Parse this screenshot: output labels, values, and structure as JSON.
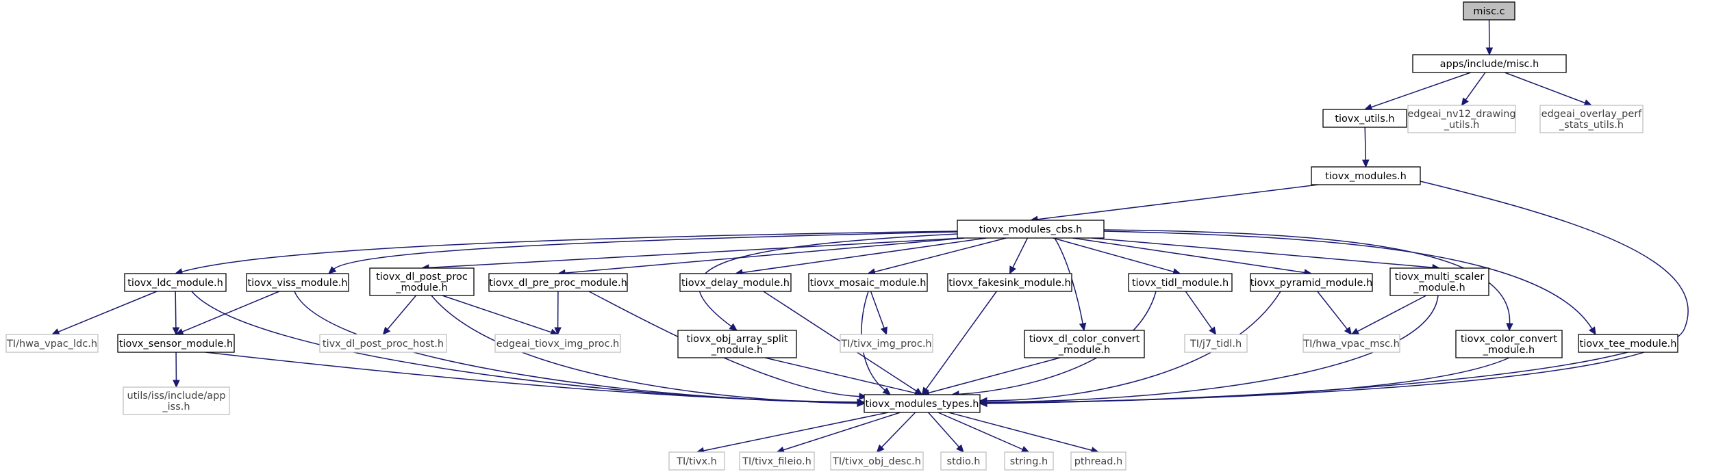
{
  "diagram": {
    "kind": "include-dependency-graph",
    "colors": {
      "edge": "#191970",
      "source_fill": "#bfbfbf",
      "node_border": "#000000",
      "external_border": "#bfbfbf",
      "external_text": "#404040"
    },
    "nodes": [
      {
        "id": "misc_c",
        "lines": [
          "misc.c"
        ],
        "type": "source"
      },
      {
        "id": "misc_h",
        "lines": [
          "apps/include/misc.h"
        ],
        "type": "local"
      },
      {
        "id": "tiovx_utils_h",
        "lines": [
          "tiovx_utils.h"
        ],
        "type": "local"
      },
      {
        "id": "nv12_drawing",
        "lines": [
          "edgeai_nv12_drawing",
          "_utils.h"
        ],
        "type": "external"
      },
      {
        "id": "overlay_perf",
        "lines": [
          "edgeai_overlay_perf",
          "_stats_utils.h"
        ],
        "type": "external"
      },
      {
        "id": "tiovx_modules_h",
        "lines": [
          "tiovx_modules.h"
        ],
        "type": "local"
      },
      {
        "id": "modules_cbs",
        "lines": [
          "tiovx_modules_cbs.h"
        ],
        "type": "local"
      },
      {
        "id": "ldc_module",
        "lines": [
          "tiovx_ldc_module.h"
        ],
        "type": "local"
      },
      {
        "id": "viss_module",
        "lines": [
          "tiovx_viss_module.h"
        ],
        "type": "local"
      },
      {
        "id": "dl_post_proc",
        "lines": [
          "tiovx_dl_post_proc",
          "_module.h"
        ],
        "type": "local"
      },
      {
        "id": "dl_pre_proc",
        "lines": [
          "tiovx_dl_pre_proc_module.h"
        ],
        "type": "local"
      },
      {
        "id": "obj_array_split",
        "lines": [
          "tiovx_obj_array_split",
          "_module.h"
        ],
        "type": "local"
      },
      {
        "id": "delay_module",
        "lines": [
          "tiovx_delay_module.h"
        ],
        "type": "local"
      },
      {
        "id": "mosaic_module",
        "lines": [
          "tiovx_mosaic_module.h"
        ],
        "type": "local"
      },
      {
        "id": "fakesink_module",
        "lines": [
          "tiovx_fakesink_module.h"
        ],
        "type": "local"
      },
      {
        "id": "dl_color_convert",
        "lines": [
          "tiovx_dl_color_convert",
          "_module.h"
        ],
        "type": "local"
      },
      {
        "id": "tidl_module",
        "lines": [
          "tiovx_tidl_module.h"
        ],
        "type": "local"
      },
      {
        "id": "pyramid_module",
        "lines": [
          "tiovx_pyramid_module.h"
        ],
        "type": "local"
      },
      {
        "id": "multi_scaler",
        "lines": [
          "tiovx_multi_scaler",
          "_module.h"
        ],
        "type": "local"
      },
      {
        "id": "color_convert",
        "lines": [
          "tiovx_color_convert",
          "_module.h"
        ],
        "type": "local"
      },
      {
        "id": "tee_module",
        "lines": [
          "tiovx_tee_module.h"
        ],
        "type": "local"
      },
      {
        "id": "hwa_vpac_ldc",
        "lines": [
          "TI/hwa_vpac_ldc.h"
        ],
        "type": "external"
      },
      {
        "id": "sensor_module",
        "lines": [
          "tiovx_sensor_module.h"
        ],
        "type": "local"
      },
      {
        "id": "dl_post_proc_host",
        "lines": [
          "tivx_dl_post_proc_host.h"
        ],
        "type": "external"
      },
      {
        "id": "img_proc",
        "lines": [
          "edgeai_tiovx_img_proc.h"
        ],
        "type": "external"
      },
      {
        "id": "tivx_img_proc",
        "lines": [
          "TI/tivx_img_proc.h"
        ],
        "type": "external"
      },
      {
        "id": "j7_tidl",
        "lines": [
          "TI/j7_tidl.h"
        ],
        "type": "external"
      },
      {
        "id": "hwa_vpac_msc",
        "lines": [
          "TI/hwa_vpac_msc.h"
        ],
        "type": "external"
      },
      {
        "id": "app_iss",
        "lines": [
          "utils/iss/include/app",
          "_iss.h"
        ],
        "type": "external"
      },
      {
        "id": "modules_types",
        "lines": [
          "tiovx_modules_types.h"
        ],
        "type": "local"
      },
      {
        "id": "tivx_h",
        "lines": [
          "TI/tivx.h"
        ],
        "type": "external"
      },
      {
        "id": "tivx_fileio",
        "lines": [
          "TI/tivx_fileio.h"
        ],
        "type": "external"
      },
      {
        "id": "tivx_obj_desc",
        "lines": [
          "TI/tivx_obj_desc.h"
        ],
        "type": "external"
      },
      {
        "id": "stdio_h",
        "lines": [
          "stdio.h"
        ],
        "type": "external"
      },
      {
        "id": "string_h",
        "lines": [
          "string.h"
        ],
        "type": "external"
      },
      {
        "id": "pthread_h",
        "lines": [
          "pthread.h"
        ],
        "type": "external"
      }
    ],
    "edges": [
      {
        "from": "misc_c",
        "to": "misc_h"
      },
      {
        "from": "misc_h",
        "to": "tiovx_utils_h"
      },
      {
        "from": "misc_h",
        "to": "nv12_drawing"
      },
      {
        "from": "misc_h",
        "to": "overlay_perf"
      },
      {
        "from": "tiovx_utils_h",
        "to": "tiovx_modules_h"
      },
      {
        "from": "tiovx_modules_h",
        "to": "modules_cbs"
      },
      {
        "from": "tiovx_modules_h",
        "to": "modules_types"
      },
      {
        "from": "modules_cbs",
        "to": "ldc_module"
      },
      {
        "from": "modules_cbs",
        "to": "viss_module"
      },
      {
        "from": "modules_cbs",
        "to": "dl_post_proc"
      },
      {
        "from": "modules_cbs",
        "to": "dl_pre_proc"
      },
      {
        "from": "modules_cbs",
        "to": "obj_array_split"
      },
      {
        "from": "modules_cbs",
        "to": "delay_module"
      },
      {
        "from": "modules_cbs",
        "to": "mosaic_module"
      },
      {
        "from": "modules_cbs",
        "to": "fakesink_module"
      },
      {
        "from": "modules_cbs",
        "to": "dl_color_convert"
      },
      {
        "from": "modules_cbs",
        "to": "tidl_module"
      },
      {
        "from": "modules_cbs",
        "to": "pyramid_module"
      },
      {
        "from": "modules_cbs",
        "to": "multi_scaler"
      },
      {
        "from": "modules_cbs",
        "to": "color_convert"
      },
      {
        "from": "modules_cbs",
        "to": "tee_module"
      },
      {
        "from": "ldc_module",
        "to": "hwa_vpac_ldc"
      },
      {
        "from": "ldc_module",
        "to": "sensor_module"
      },
      {
        "from": "ldc_module",
        "to": "modules_types"
      },
      {
        "from": "viss_module",
        "to": "sensor_module"
      },
      {
        "from": "viss_module",
        "to": "modules_types"
      },
      {
        "from": "sensor_module",
        "to": "app_iss"
      },
      {
        "from": "sensor_module",
        "to": "modules_types"
      },
      {
        "from": "dl_post_proc",
        "to": "dl_post_proc_host"
      },
      {
        "from": "dl_post_proc",
        "to": "img_proc"
      },
      {
        "from": "dl_post_proc",
        "to": "modules_types"
      },
      {
        "from": "dl_pre_proc",
        "to": "img_proc"
      },
      {
        "from": "dl_pre_proc",
        "to": "modules_types"
      },
      {
        "from": "obj_array_split",
        "to": "modules_types"
      },
      {
        "from": "delay_module",
        "to": "modules_types"
      },
      {
        "from": "mosaic_module",
        "to": "tivx_img_proc"
      },
      {
        "from": "mosaic_module",
        "to": "modules_types"
      },
      {
        "from": "fakesink_module",
        "to": "modules_types"
      },
      {
        "from": "dl_color_convert",
        "to": "modules_types"
      },
      {
        "from": "tidl_module",
        "to": "j7_tidl"
      },
      {
        "from": "tidl_module",
        "to": "modules_types"
      },
      {
        "from": "pyramid_module",
        "to": "hwa_vpac_msc"
      },
      {
        "from": "pyramid_module",
        "to": "modules_types"
      },
      {
        "from": "multi_scaler",
        "to": "hwa_vpac_msc"
      },
      {
        "from": "multi_scaler",
        "to": "modules_types"
      },
      {
        "from": "color_convert",
        "to": "modules_types"
      },
      {
        "from": "tee_module",
        "to": "modules_types"
      },
      {
        "from": "modules_types",
        "to": "tivx_h"
      },
      {
        "from": "modules_types",
        "to": "tivx_fileio"
      },
      {
        "from": "modules_types",
        "to": "tivx_obj_desc"
      },
      {
        "from": "modules_types",
        "to": "stdio_h"
      },
      {
        "from": "modules_types",
        "to": "string_h"
      },
      {
        "from": "modules_types",
        "to": "pthread_h"
      }
    ]
  }
}
